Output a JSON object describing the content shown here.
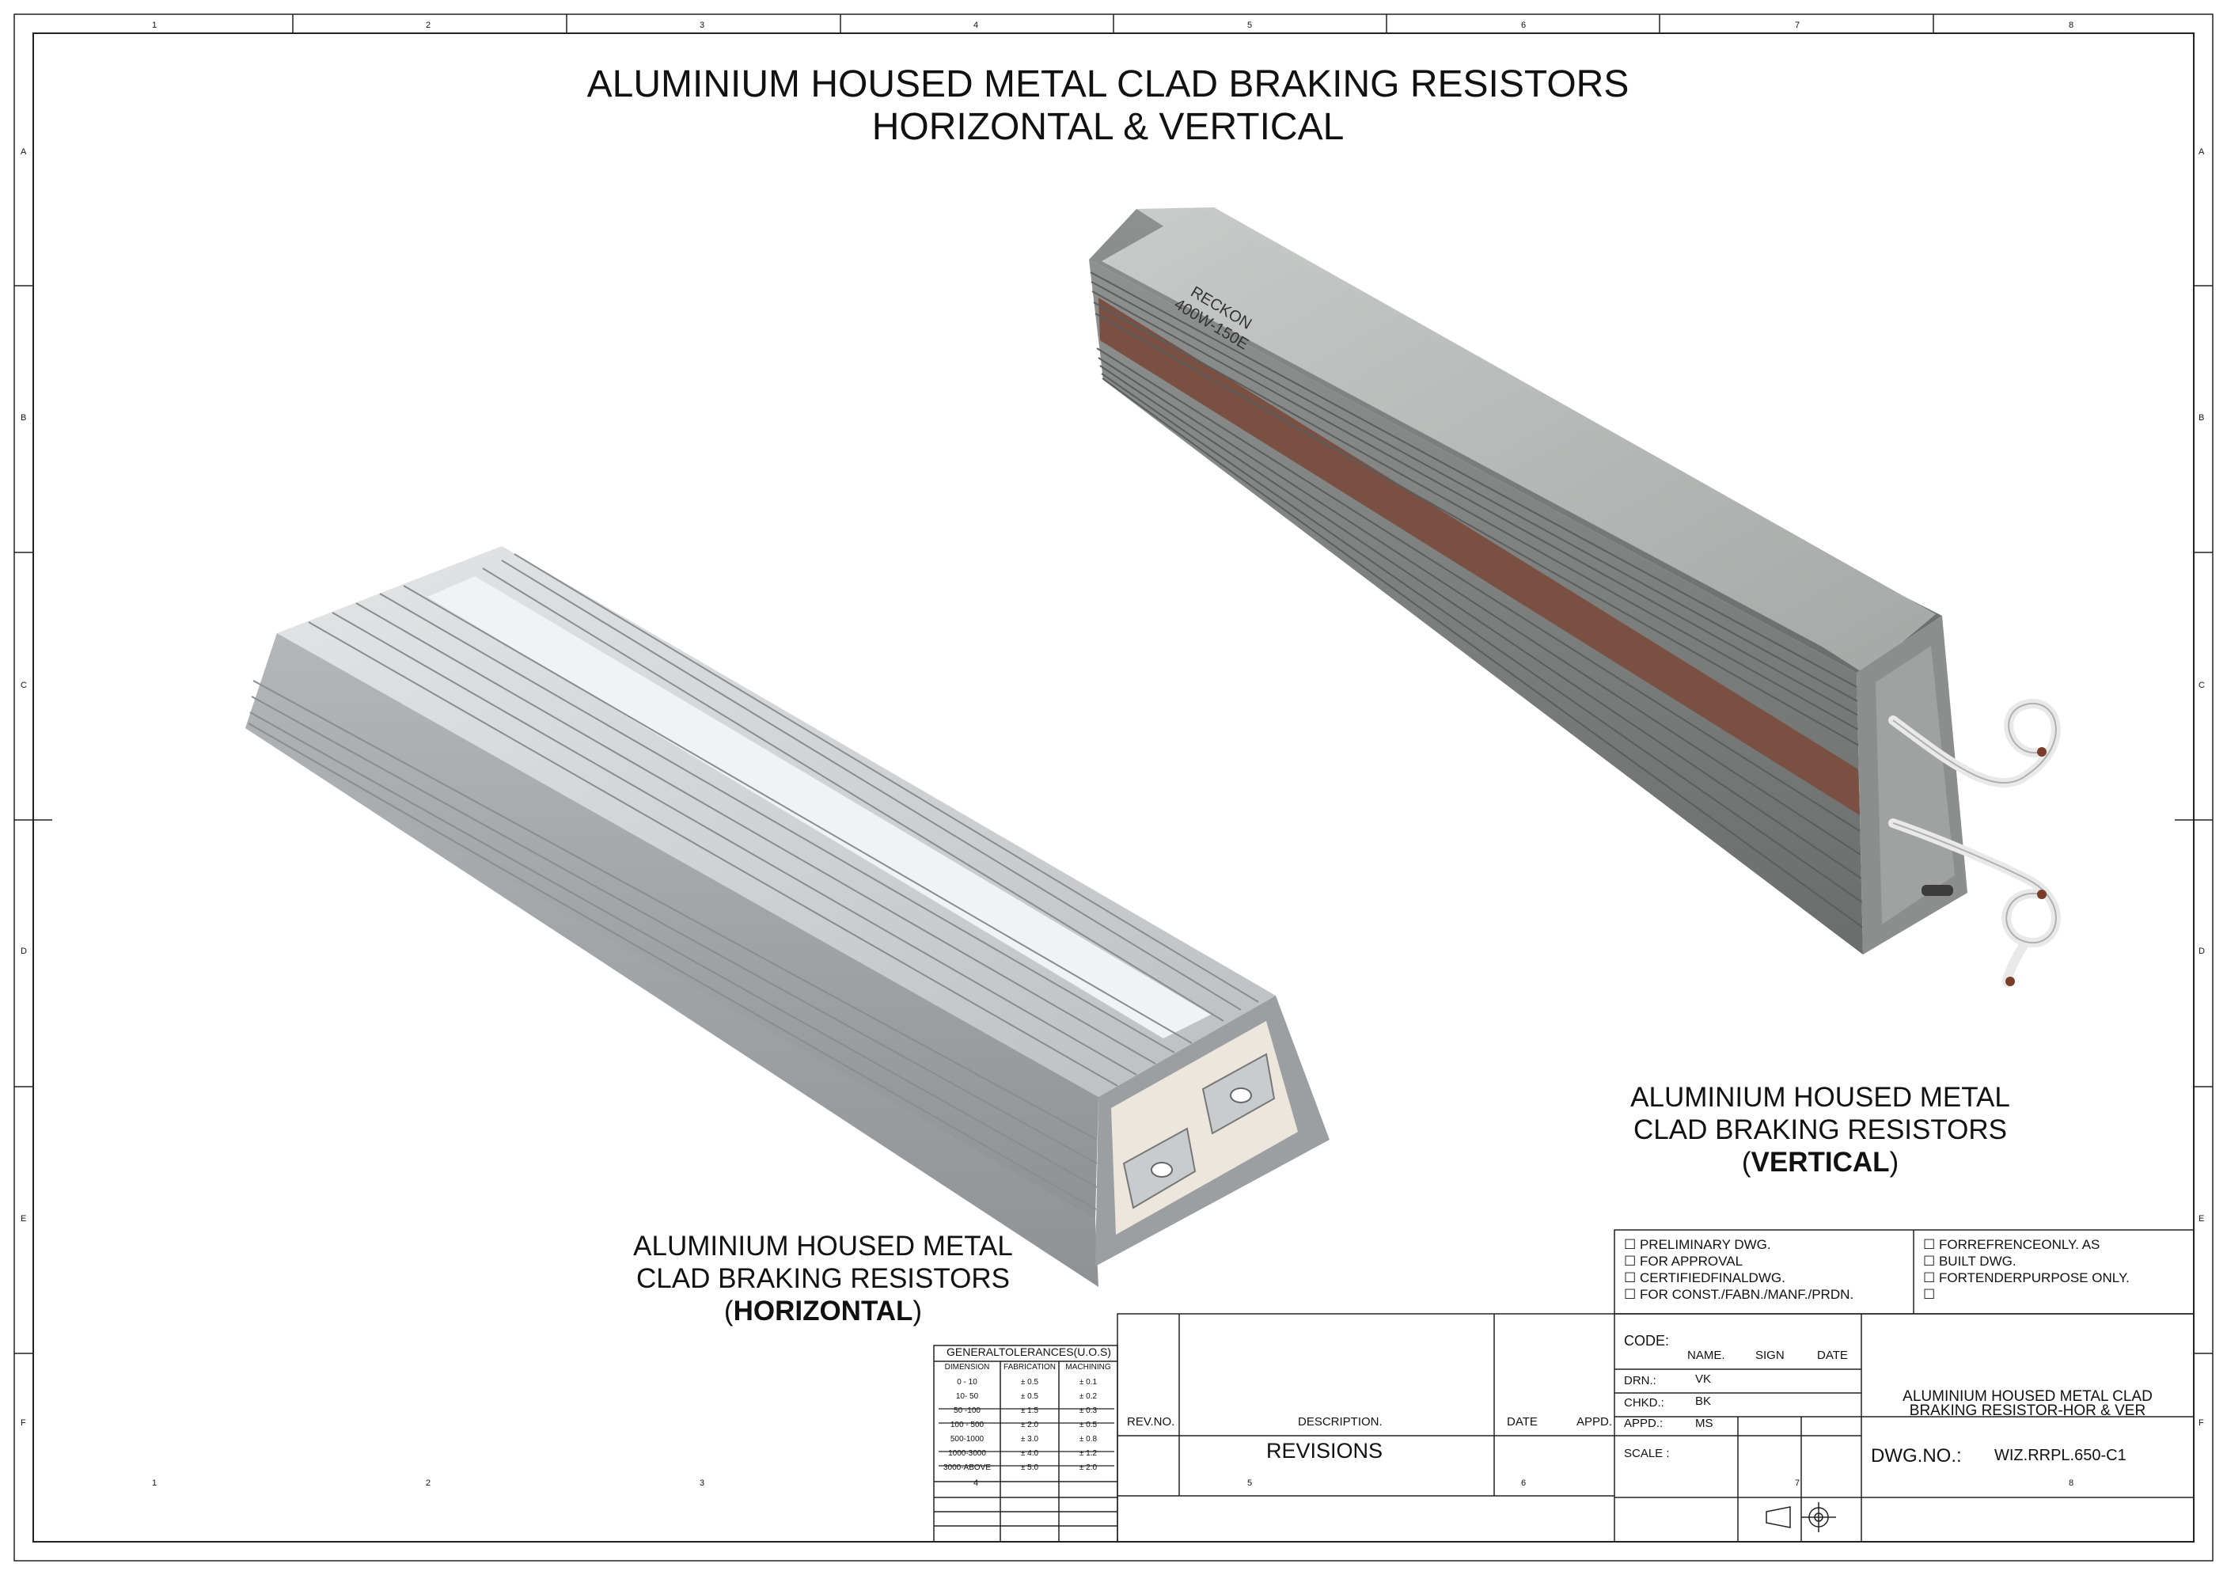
{
  "title": {
    "line1": "ALUMINIUM HOUSED METAL CLAD BRAKING RESISTORS",
    "line2": "HORIZONTAL & VERTICAL"
  },
  "zones": {
    "columns": [
      "1",
      "2",
      "3",
      "4",
      "5",
      "6",
      "7",
      "8"
    ],
    "rows": [
      "A",
      "B",
      "C",
      "D",
      "E",
      "F"
    ]
  },
  "vertical_view": {
    "line1": "ALUMINIUM HOUSED METAL",
    "line2": "CLAD BRAKING RESISTORS",
    "open": "(",
    "bold": "VERTICAL",
    "close": ")",
    "marking_line1": "RECKON",
    "marking_line2": "400W-150E"
  },
  "horizontal_view": {
    "line1": "ALUMINIUM HOUSED METAL",
    "line2": "CLAD BRAKING RESISTORS",
    "open": "(",
    "bold": "HORIZONTAL",
    "close": ")"
  },
  "status_options": [
    "☐ PRELIMINARY DWG.",
    "☐ FOR APPROVAL",
    "☐ CERTIFIEDFINALDWG.",
    "☐ FOR CONST./FABN./MANF./PRDN.",
    "☐ FORREFRENCEONLY. AS",
    "☐ BUILT DWG.",
    "☐ FORTENDERPURPOSE ONLY.",
    "☐"
  ],
  "tolerances": {
    "title": "GENERALTOLERANCES(U.O.S)",
    "headers": [
      "DIMENSION",
      "FABRICATION",
      "MACHINING"
    ],
    "rows": [
      [
        "0 - 10",
        "± 0.5",
        "± 0.1"
      ],
      [
        "10- 50",
        "± 0.5",
        "± 0.2"
      ],
      [
        "50 -100",
        "± 1.5",
        "± 0.3"
      ],
      [
        "100 - 500",
        "± 2.0",
        "± 0.5"
      ],
      [
        "500-1000",
        "± 3.0",
        "± 0.8"
      ],
      [
        "1000-3000",
        "± 4.0",
        "± 1.2"
      ],
      [
        "3000-ABOVE",
        "± 5.0",
        "± 2.0"
      ]
    ]
  },
  "revisions": {
    "headers": {
      "rev_no": "REV.NO.",
      "description": "DESCRIPTION.",
      "date": "DATE",
      "appd": "APPD."
    },
    "title": "REVISIONS"
  },
  "approvals": {
    "code_label": "CODE:",
    "headers": {
      "name": "NAME.",
      "sign": "SIGN",
      "date": "DATE"
    },
    "rows": [
      {
        "role": "DRN.:",
        "name": "VK"
      },
      {
        "role": "CHKD.:",
        "name": "BK"
      },
      {
        "role": "APPD.:",
        "name": "MS"
      }
    ],
    "scale_label": "SCALE :"
  },
  "drawing_title": {
    "line1": "ALUMINIUM HOUSED METAL CLAD",
    "line2": "BRAKING RESISTOR-HOR & VER"
  },
  "dwg_no": {
    "label": "DWG.NO.:",
    "value": "WIZ.RRPL.650-C1"
  },
  "inner_zone_numbers": [
    "1",
    "2",
    "3",
    "4",
    "5",
    "6",
    "7",
    "8"
  ]
}
